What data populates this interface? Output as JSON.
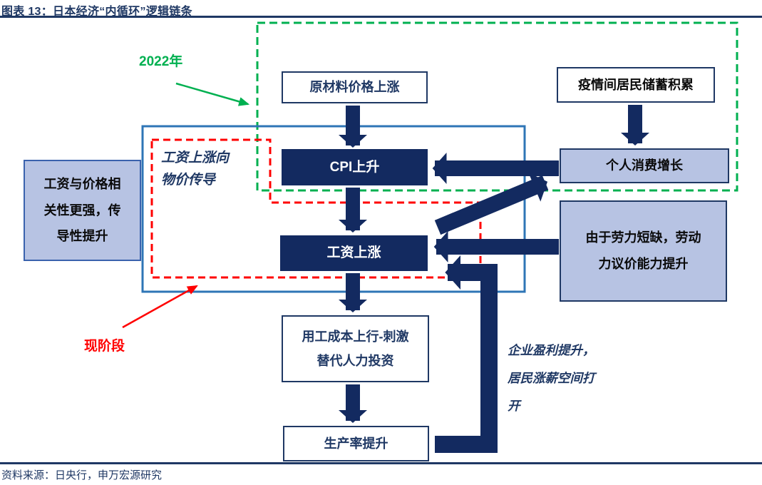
{
  "header": {
    "title": "图表 13：日本经济“内循环”逻辑链条"
  },
  "footer": {
    "source": "资料来源：日央行，申万宏源研究"
  },
  "annotations": {
    "year_label": "2022年",
    "stage_label": "现阶段",
    "wage_to_price_label": "工资上涨向\n物价传导",
    "profit_label": "企业盈利提升，\n居民涨薪空间打\n开"
  },
  "nodes": {
    "raw_material": "原材料价格上涨",
    "pandemic_savings": "疫情间居民储蓄积累",
    "cpi": "CPI上升",
    "consumption": "个人消费增长",
    "wage_rise": "工资上涨",
    "labor_bargaining": "由于劳力短缺，劳动\n力议价能力提升",
    "wage_price_correlation": "工资与价格相\n关性更强，传\n导性提升",
    "labor_cost": "用工成本上行-刺激\n替代人力投资",
    "productivity": "生产率提升"
  },
  "colors": {
    "navy": "#132A60",
    "box_border_navy": "#1F3864",
    "light_blue_fill": "#B7C3E3",
    "light_box_border_alt": "#3A62AD",
    "frame_blue": "#2E75B6",
    "green": "#00B050",
    "red": "#FF0000"
  }
}
